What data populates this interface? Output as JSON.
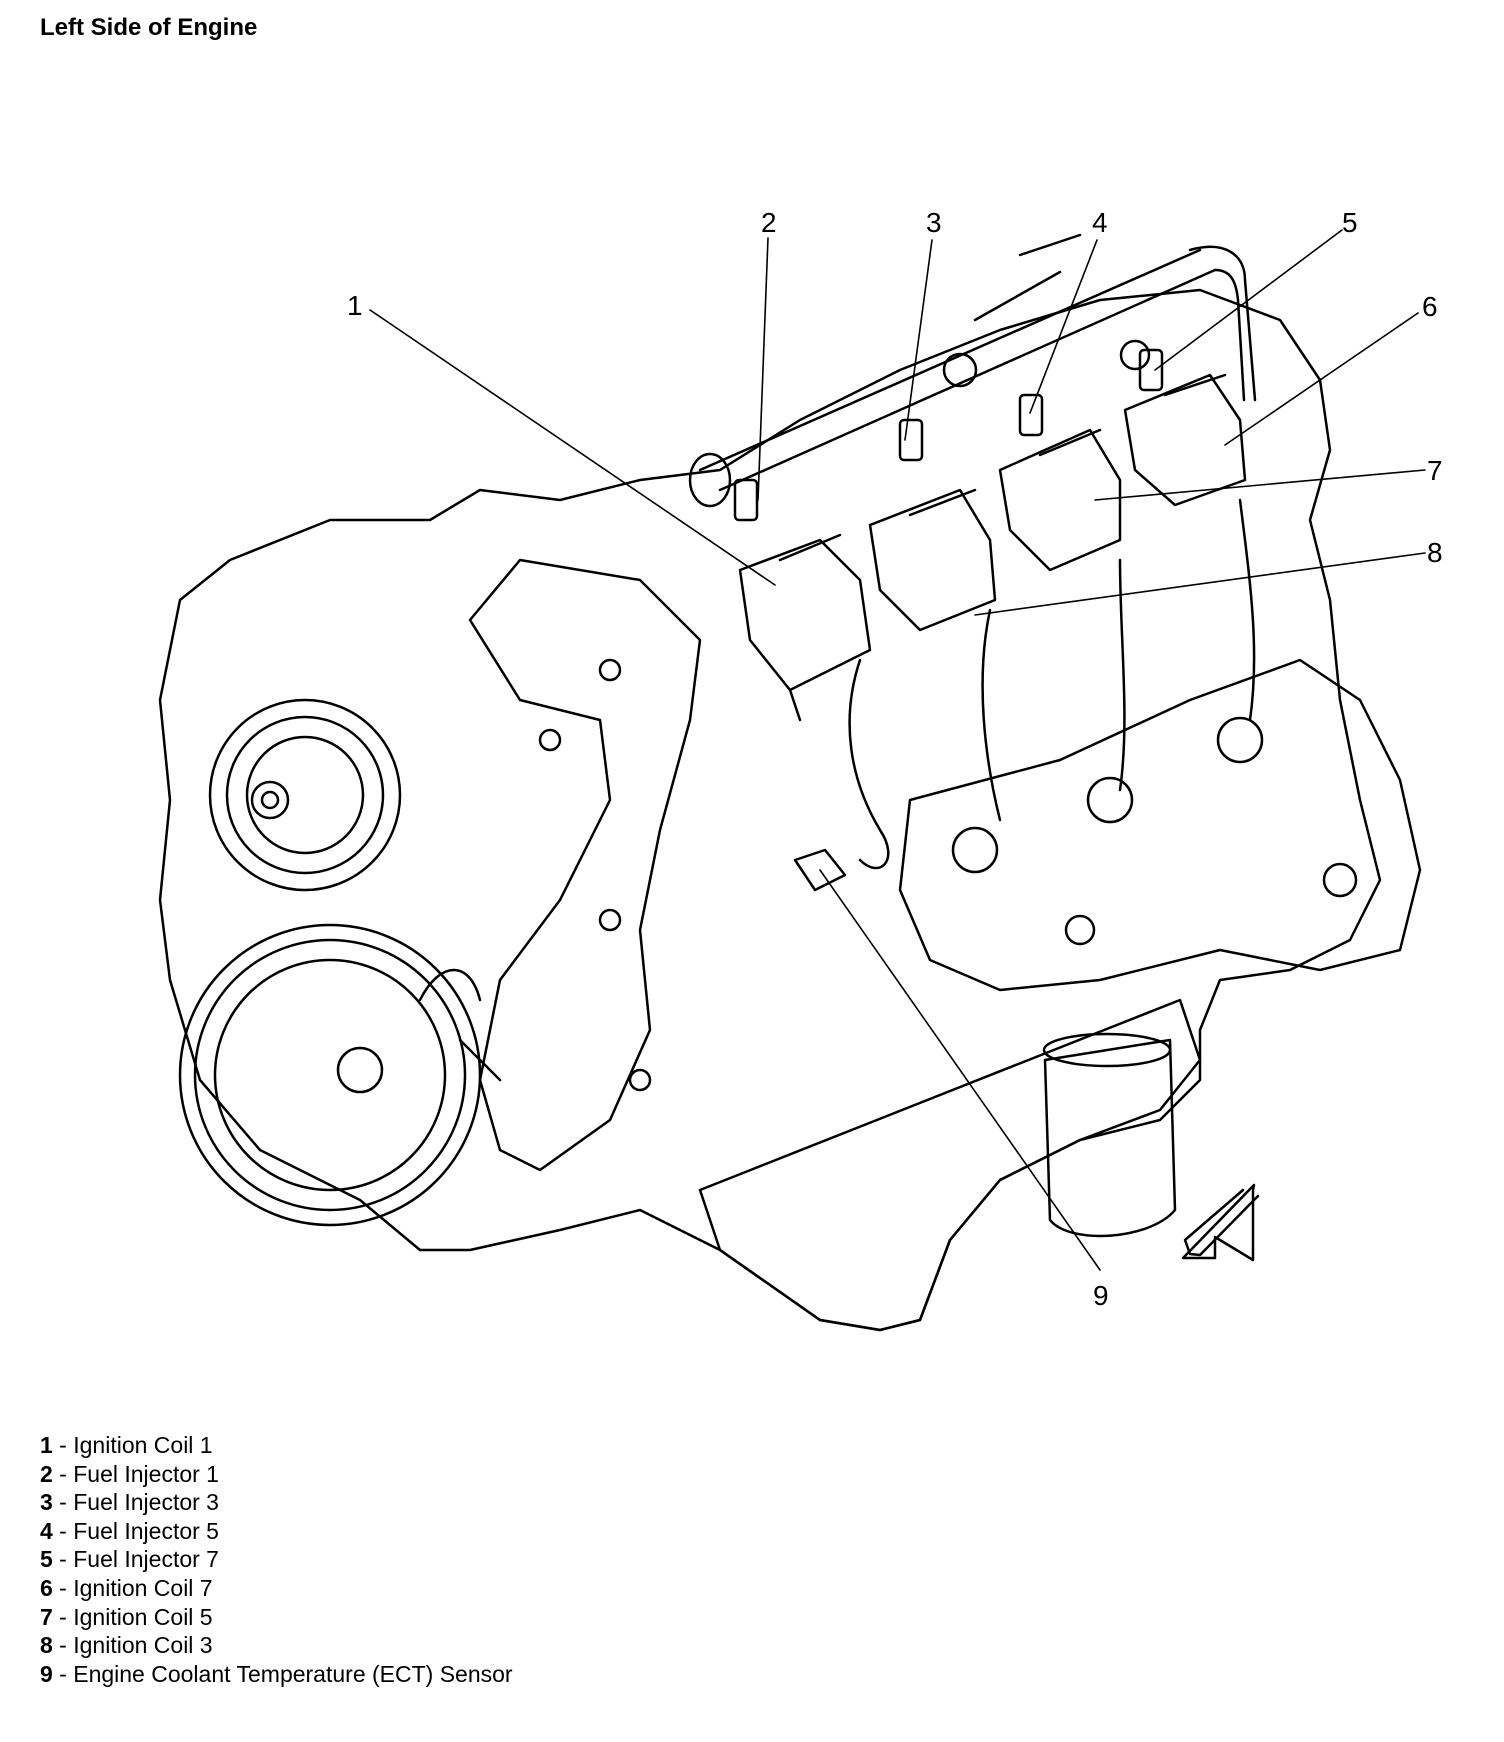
{
  "title": "Left Side of Engine",
  "callouts": [
    "1",
    "2",
    "3",
    "4",
    "5",
    "6",
    "7",
    "8",
    "9"
  ],
  "legend": [
    {
      "num": "1",
      "text": " - Ignition Coil 1"
    },
    {
      "num": "2",
      "text": " - Fuel Injector 1"
    },
    {
      "num": "3",
      "text": " - Fuel Injector 3"
    },
    {
      "num": "4",
      "text": " - Fuel Injector 5"
    },
    {
      "num": "5",
      "text": " - Fuel Injector 7"
    },
    {
      "num": "6",
      "text": " - Ignition Coil 7"
    },
    {
      "num": "7",
      "text": " - Ignition Coil 5"
    },
    {
      "num": "8",
      "text": " - Ignition Coil 3"
    },
    {
      "num": "9",
      "text": " - Engine Coolant Temperature (ECT) Sensor"
    }
  ]
}
